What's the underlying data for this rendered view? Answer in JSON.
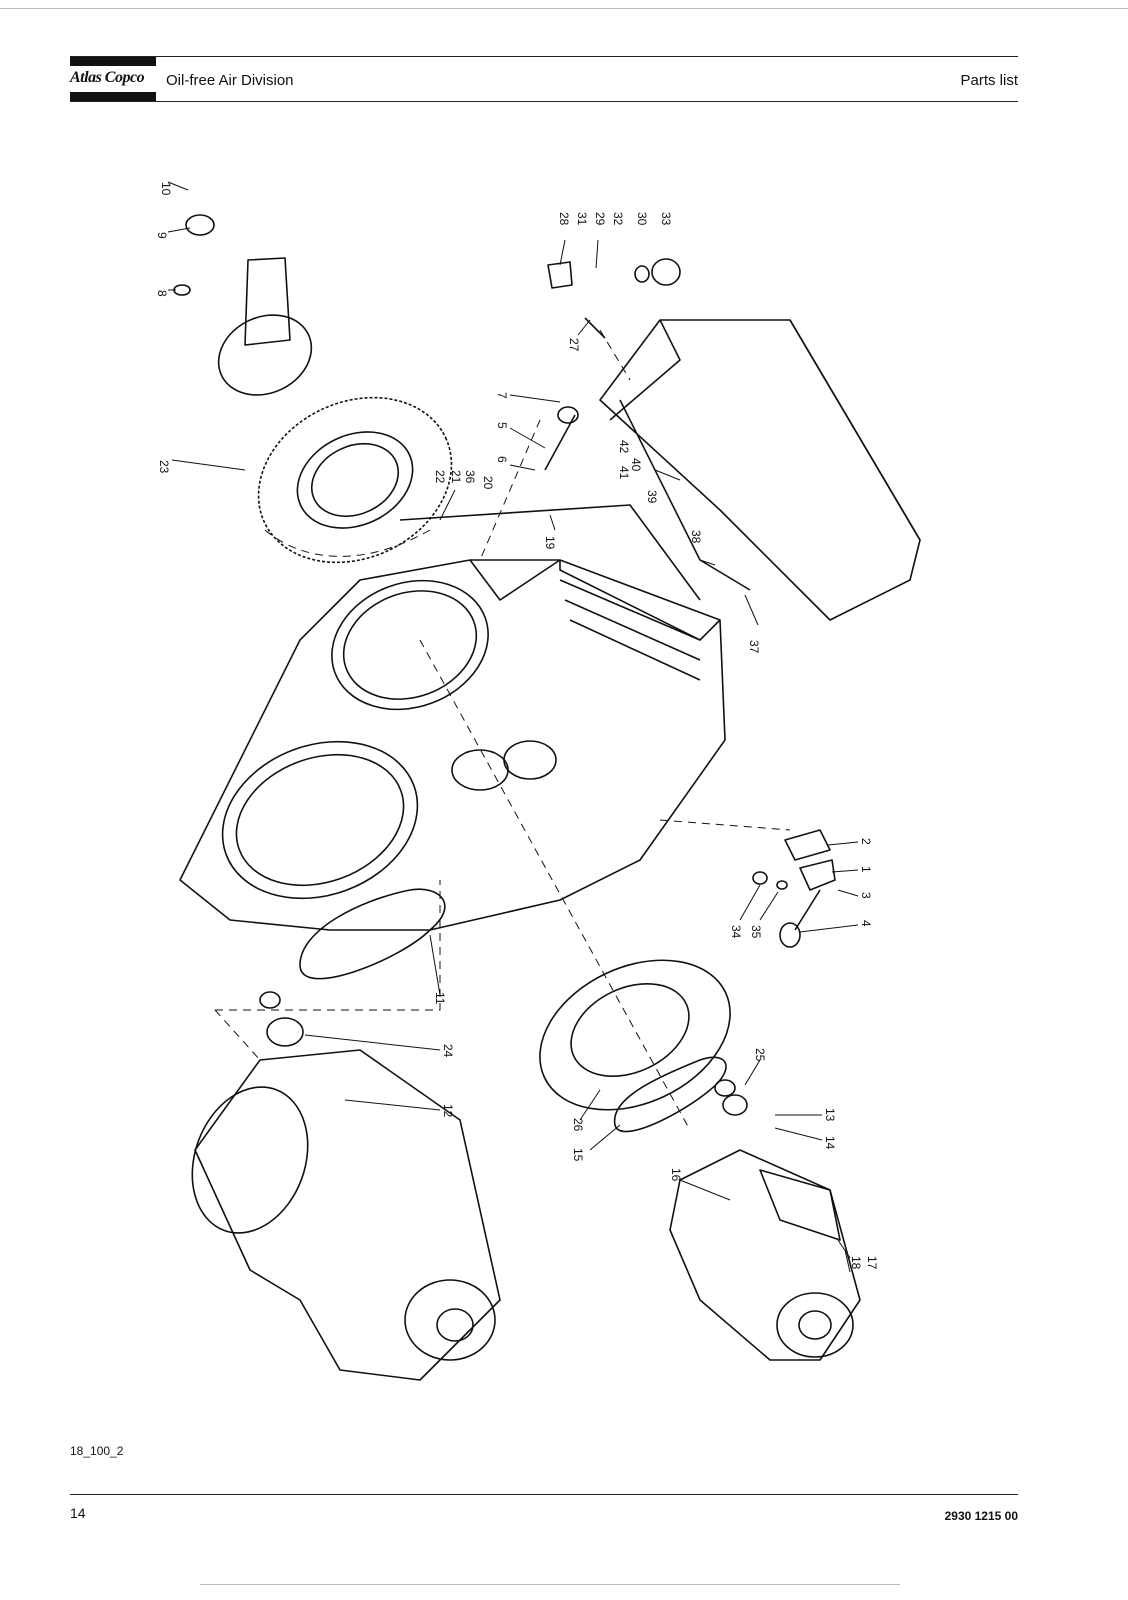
{
  "header": {
    "logo_text": "Atlas Copco",
    "division": "Oil-free Air Division",
    "doc_type": "Parts list"
  },
  "figure": {
    "code": "18_100_2",
    "callouts": [
      "10",
      "9",
      "8",
      "23",
      "28",
      "31",
      "29",
      "32",
      "30",
      "33",
      "27",
      "7",
      "5",
      "6",
      "22",
      "21",
      "36",
      "20",
      "19",
      "42",
      "40",
      "41",
      "39",
      "38",
      "37",
      "2",
      "1",
      "3",
      "4",
      "34",
      "35",
      "11",
      "24",
      "12",
      "25",
      "13",
      "14",
      "26",
      "15",
      "16",
      "18",
      "17"
    ]
  },
  "footer": {
    "page_number": "14",
    "document_number": "2930 1215 00"
  }
}
